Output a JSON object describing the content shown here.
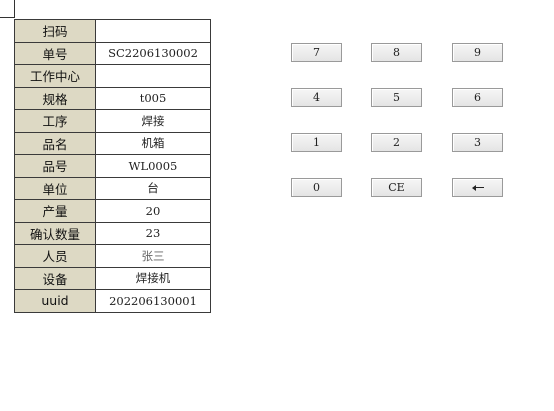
{
  "form": {
    "rows": [
      {
        "label": "扫码",
        "value": ""
      },
      {
        "label": "单号",
        "value": "SC2206130002"
      },
      {
        "label": "工作中心",
        "value": ""
      },
      {
        "label": "规格",
        "value": "t005"
      },
      {
        "label": "工序",
        "value": "焊接"
      },
      {
        "label": "品名",
        "value": "机箱"
      },
      {
        "label": "品号",
        "value": "WL0005"
      },
      {
        "label": "单位",
        "value": "台"
      },
      {
        "label": "产量",
        "value": "20"
      },
      {
        "label": "确认数量",
        "value": "23"
      },
      {
        "label": "人员",
        "value": "张三"
      },
      {
        "label": "设备",
        "value": "焊接机"
      },
      {
        "label": "uuid",
        "value": "202206130001"
      }
    ]
  },
  "keypad": {
    "keys": [
      {
        "label": "7"
      },
      {
        "label": "8"
      },
      {
        "label": "9"
      },
      {
        "label": "4"
      },
      {
        "label": "5"
      },
      {
        "label": "6"
      },
      {
        "label": "1"
      },
      {
        "label": "2"
      },
      {
        "label": "3"
      },
      {
        "label": "0"
      },
      {
        "label": "CE"
      },
      {
        "label": "",
        "icon": "arrow-left-icon"
      }
    ]
  }
}
